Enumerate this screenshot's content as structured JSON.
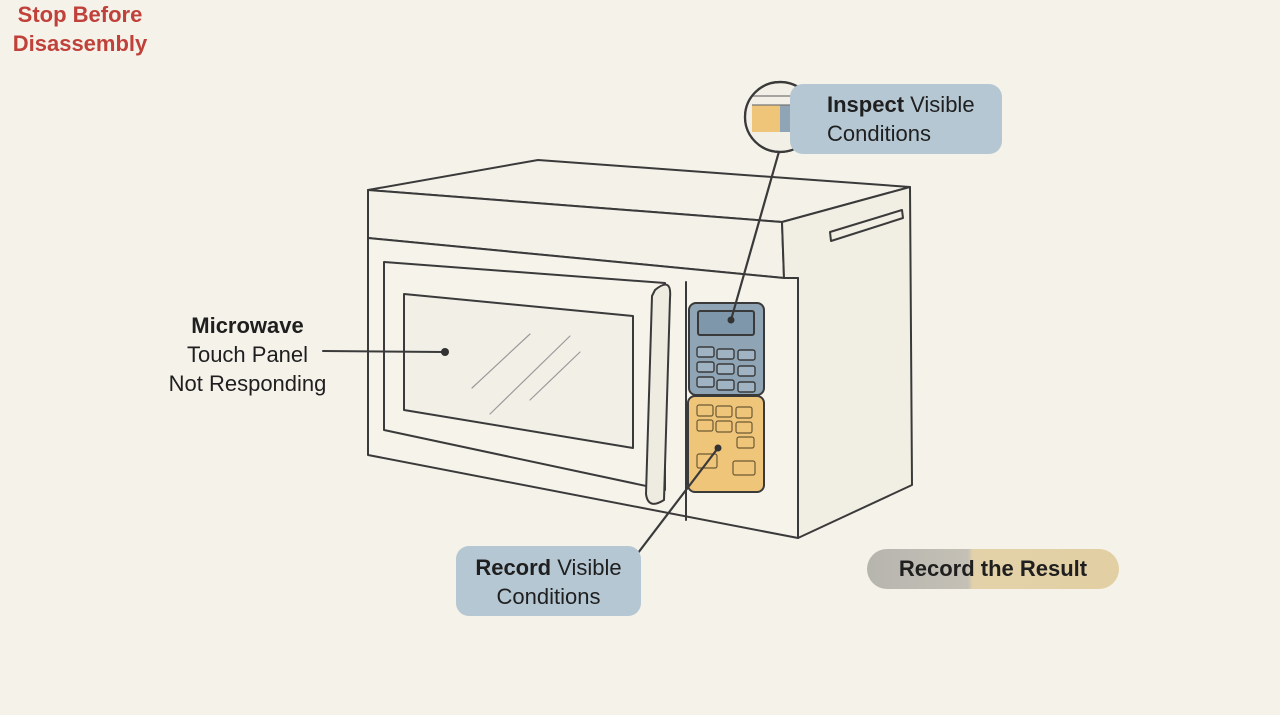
{
  "labels": {
    "stop": "Stop Before Disassembly",
    "microwave_title": "Microwave",
    "microwave_line2": "Touch Panel",
    "microwave_line3": "Not Responding",
    "inspect_bold": "Inspect",
    "inspect_rest": " Visible",
    "inspect_line2": "Conditions",
    "record_bold": "Record",
    "record_rest": " Visible",
    "record_line2": "Conditions",
    "result": "Record the Result"
  },
  "colors": {
    "background": "#f5f2ea",
    "warning_text": "#c0413a",
    "blue_callout": "#b5c7d3",
    "display_panel_blue": "#8fa5b6",
    "keypad_amber": "#efc57a",
    "line": "#3a3a3a"
  },
  "icons": {
    "magnifier": "magnifier-lens-icon"
  }
}
